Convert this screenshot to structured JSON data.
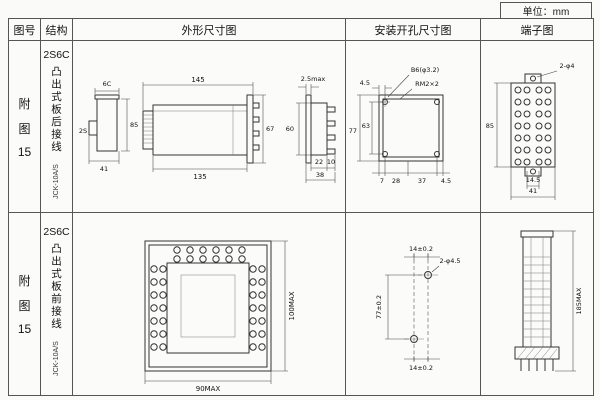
{
  "unit_label": "单位：mm",
  "header": {
    "figure": "图号",
    "structure": "结构",
    "outline": "外形尺寸图",
    "mounting": "安装开孔尺寸图",
    "terminal": "端子图"
  },
  "rows": [
    {
      "figure_no": [
        "附",
        "图",
        "15"
      ],
      "structure": {
        "code": "2S6C",
        "wiring": "凸出式板后接线",
        "model": "JCK-10A/S"
      },
      "outline_dims": {
        "d6c": "6C",
        "d2s": "2S",
        "d85": "85",
        "d41": "41",
        "d145": "145",
        "d135": "135",
        "d67": "67",
        "d25max": "2.5max",
        "d60": "60",
        "d22": "22",
        "d10": "10",
        "d38": "38"
      },
      "mounting_dims": {
        "d45a": "4.5",
        "hole": "B6(φ3.2)",
        "thread": "RM2×2",
        "d77": "77",
        "d63": "63",
        "d7": "7",
        "d28": "28",
        "d37": "37",
        "d45b": "4.5"
      },
      "terminal_dims": {
        "holes": "2-φ4",
        "d85": "85",
        "d14p5": "14.5",
        "d41": "41"
      }
    },
    {
      "figure_no": [
        "附",
        "图",
        "15"
      ],
      "structure": {
        "code": "2S6C",
        "wiring": "凸出式板前接线",
        "model": "JCK-10A/S"
      },
      "outline_dims": {
        "d100": "100MAX",
        "d90": "90MAX"
      },
      "mounting_dims": {
        "d14top": "14±0.2",
        "holes": "2-φ4.5",
        "d77": "77±0.2",
        "d14bottom": "14±0.2"
      },
      "terminal_dims": {
        "d185": "185MAX"
      }
    }
  ]
}
